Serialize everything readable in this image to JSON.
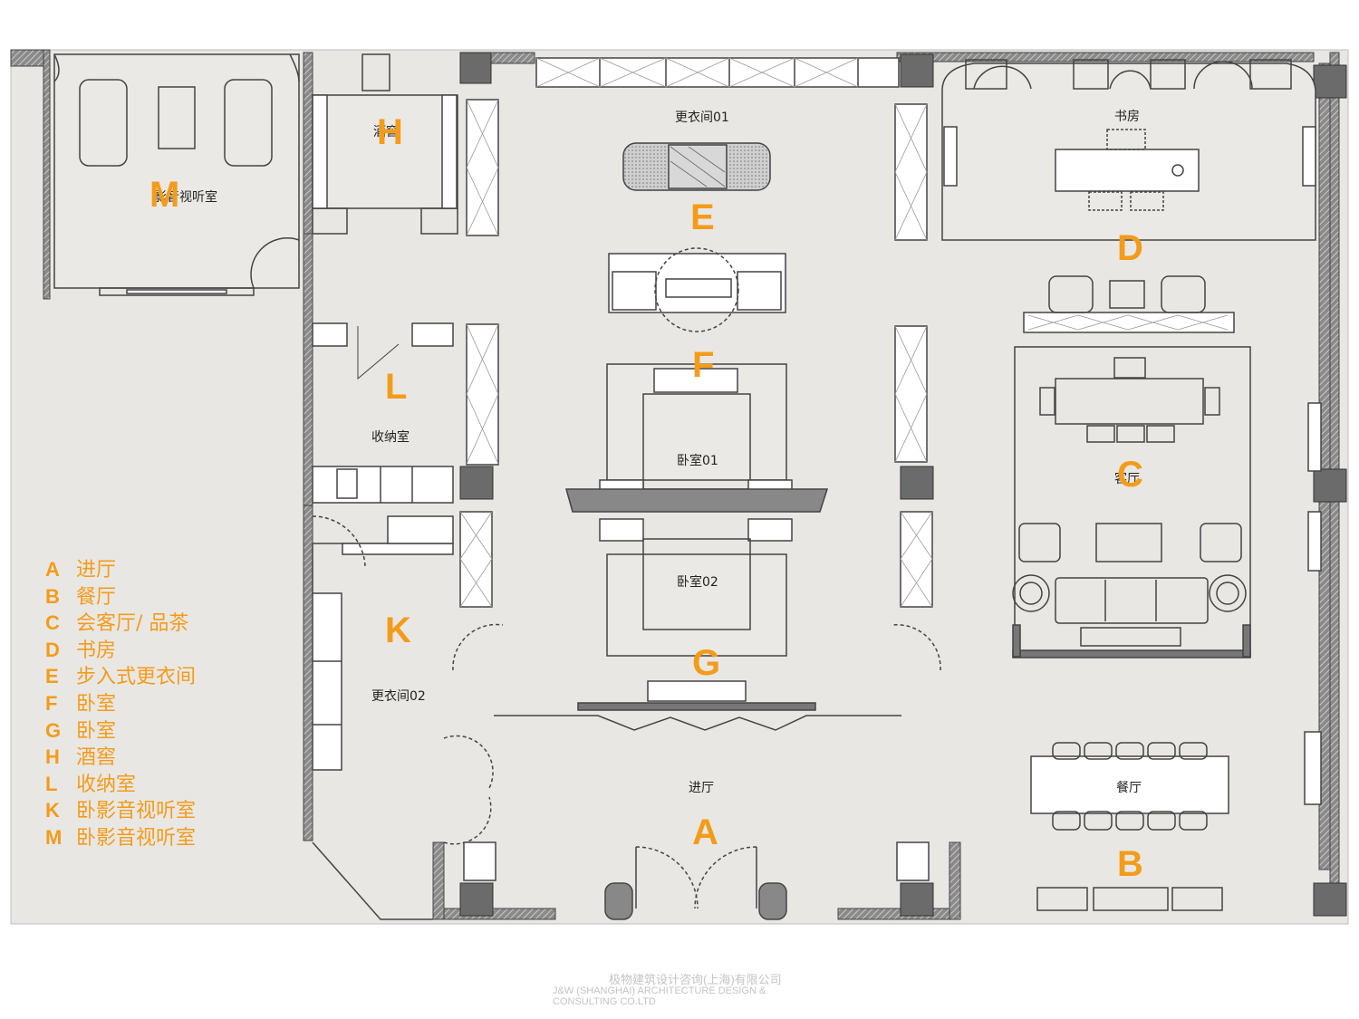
{
  "rooms": {
    "dressing01": "更衣间01",
    "study": "书房",
    "wine": "酒窖",
    "av_room": "影音视听室",
    "storage": "收纳室",
    "bedroom01": "卧室01",
    "bedroom02": "卧室02",
    "living": "客厅",
    "dressing02": "更衣间02",
    "foyer": "进厅",
    "dining": "餐厅"
  },
  "letters": {
    "A": "A",
    "B": "B",
    "C": "C",
    "D": "D",
    "E": "E",
    "F": "F",
    "G": "G",
    "H": "H",
    "K": "K",
    "L": "L",
    "M": "M"
  },
  "legend": [
    {
      "key": "A",
      "label": "进厅"
    },
    {
      "key": "B",
      "label": "餐厅"
    },
    {
      "key": "C",
      "label": "会客厅/ 品茶"
    },
    {
      "key": "D",
      "label": "书房"
    },
    {
      "key": "E",
      "label": "步入式更衣间"
    },
    {
      "key": "F",
      "label": "卧室"
    },
    {
      "key": "G",
      "label": "卧室"
    },
    {
      "key": "H",
      "label": "酒窖"
    },
    {
      "key": "L",
      "label": "收纳室"
    },
    {
      "key": "K",
      "label": "卧影音视听室"
    },
    {
      "key": "M",
      "label": "卧影音视听室"
    }
  ],
  "footer": {
    "company_cn": "极物建筑设计咨询(上海)有限公司",
    "company_en": "J&W (SHANGHAI) ARCHITECTURE DESIGN & CONSULTING CO.LTD"
  },
  "colors": {
    "accent": "#f39c1a",
    "floor": "#e9e7e4",
    "wall": "#555555"
  }
}
